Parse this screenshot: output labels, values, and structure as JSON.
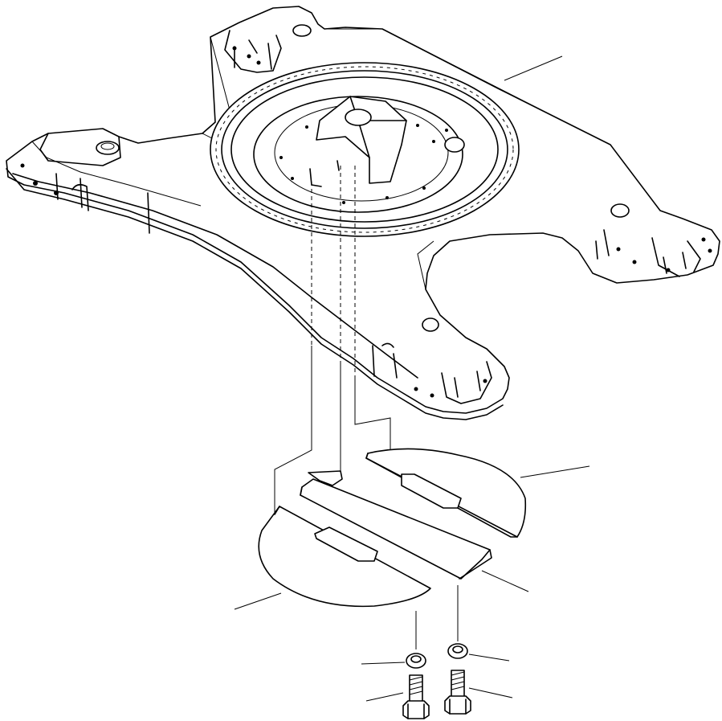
{
  "diagram": {
    "kind": "exploded-parts-drawing",
    "stroke_color": "#000000",
    "background_color": "#ffffff",
    "parts": [
      {
        "id": "revolving-frame",
        "leader": true
      },
      {
        "id": "cover-right",
        "leader": true
      },
      {
        "id": "cover-center",
        "leader": true
      },
      {
        "id": "cover-left",
        "leader": true
      },
      {
        "id": "washer-left",
        "leader": true
      },
      {
        "id": "washer-right",
        "leader": true
      },
      {
        "id": "bolt-left",
        "leader": true
      },
      {
        "id": "bolt-right",
        "leader": true
      }
    ]
  }
}
